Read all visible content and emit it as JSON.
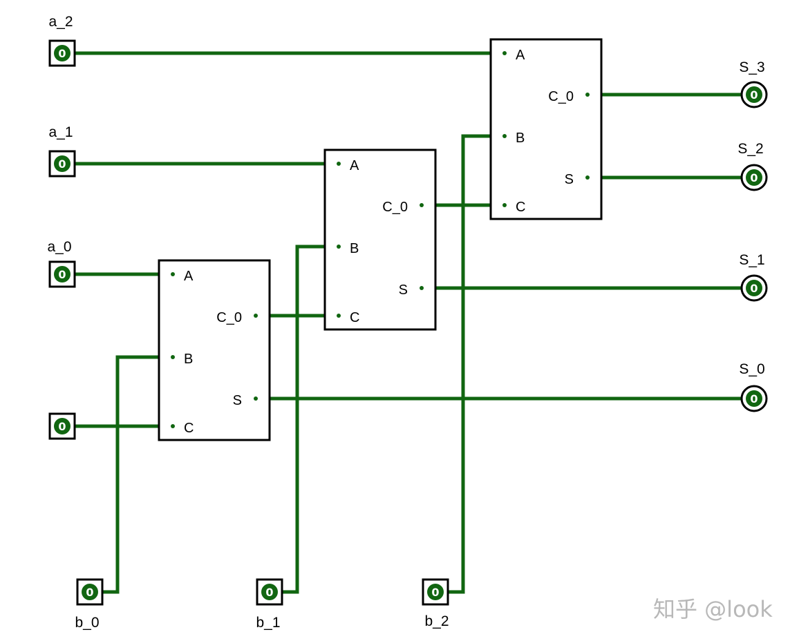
{
  "inputs": [
    {
      "label": "a_2",
      "value": "0"
    },
    {
      "label": "a_1",
      "value": "0"
    },
    {
      "label": "a_0",
      "value": "0"
    },
    {
      "label": "",
      "value": "0"
    },
    {
      "label": "b_0",
      "value": "0"
    },
    {
      "label": "b_1",
      "value": "0"
    },
    {
      "label": "b_2",
      "value": "0"
    }
  ],
  "outputs": [
    {
      "label": "S_3",
      "value": "0"
    },
    {
      "label": "S_2",
      "value": "0"
    },
    {
      "label": "S_1",
      "value": "0"
    },
    {
      "label": "S_0",
      "value": "0"
    }
  ],
  "adders": [
    {
      "pins": {
        "a": "A",
        "b": "B",
        "c": "C",
        "c0": "C_0",
        "s": "S"
      }
    },
    {
      "pins": {
        "a": "A",
        "b": "B",
        "c": "C",
        "c0": "C_0",
        "s": "S"
      }
    },
    {
      "pins": {
        "a": "A",
        "b": "B",
        "c": "C",
        "c0": "C_0",
        "s": "S"
      }
    }
  ],
  "watermark": "知乎 @look",
  "colors": {
    "wire": "#116611",
    "pin_fill": "#116611",
    "box": "#000000"
  }
}
